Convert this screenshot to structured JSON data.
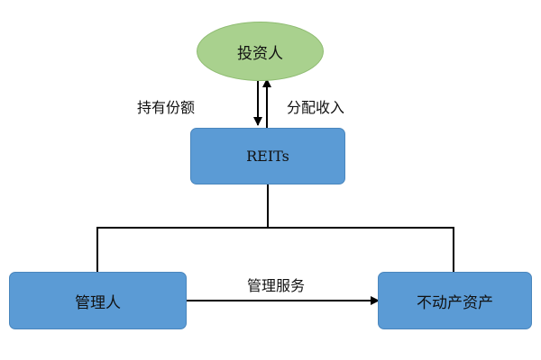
{
  "nodes": {
    "investor": "投资人",
    "reits": "REITs",
    "manager": "管理人",
    "real_estate": "不动产资产"
  },
  "edges": {
    "hold_shares": "持有份额",
    "distribute_income": "分配收入",
    "management_service": "管理服务"
  },
  "colors": {
    "box_fill": "#5b9bd5",
    "ellipse_fill": "#a9d18e",
    "line": "#000000"
  }
}
